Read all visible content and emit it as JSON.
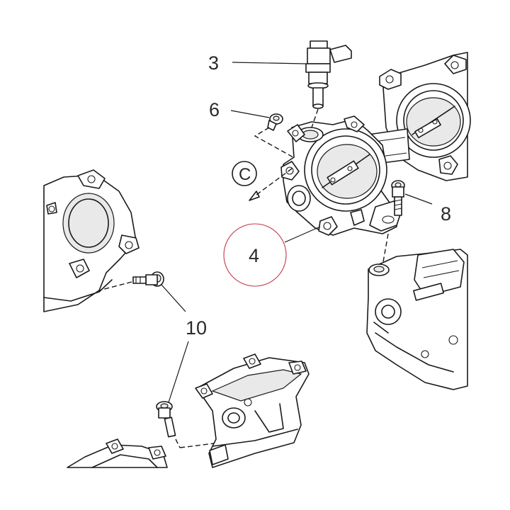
{
  "callouts": {
    "fuel_injector": "3",
    "screw_small": "6",
    "throttle_body": "4",
    "bolt_actuator": "8",
    "bolt_intake": "10"
  },
  "view_marker": "C",
  "colors": {
    "linework": "#1a1a1a",
    "highlight_circle": "#c0394b",
    "background": "#ffffff"
  }
}
